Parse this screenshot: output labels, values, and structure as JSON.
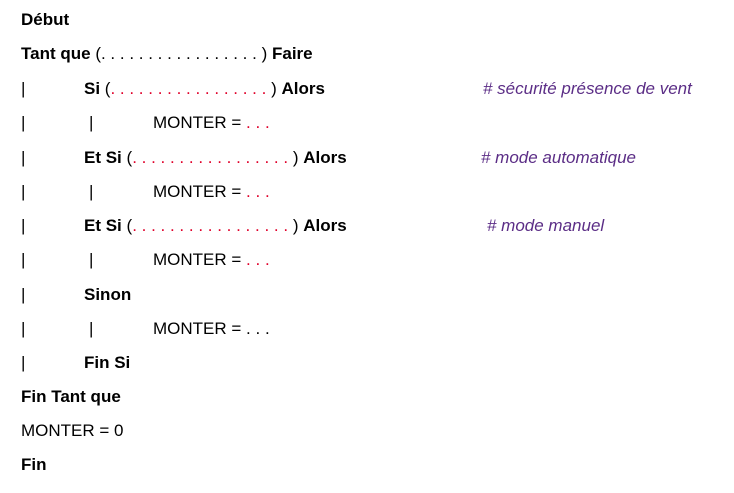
{
  "algo": {
    "debut": "Début",
    "tantque_kw": "Tant que",
    "tantque_open": "(",
    "tantque_dots": ". . . . . . . . . . . . . . . . .",
    "tantque_close": ")",
    "faire": "Faire",
    "bar": "|",
    "si_kw": "Si",
    "open": "(",
    "si_dots": ". . . . . . . . . . . . . . . . .",
    "close": ")",
    "alors": "Alors",
    "comment_1": "# sécurité présence de vent",
    "monter": "MONTER =",
    "monter_dots": ". . .",
    "etsi_kw": "Et Si",
    "etsi_dots": ". . . . . . . . . . . . . . . . .",
    "comment_2": "# mode automatique",
    "comment_3": "# mode manuel",
    "sinon": "Sinon",
    "finsi": "Fin Si",
    "fin_tantque": "Fin Tant que",
    "monter_zero": "MONTER = 0",
    "fin": "Fin"
  },
  "colors": {
    "placeholder_dots": "#e0002a",
    "comment": "#5b2d86",
    "text": "#000000"
  }
}
